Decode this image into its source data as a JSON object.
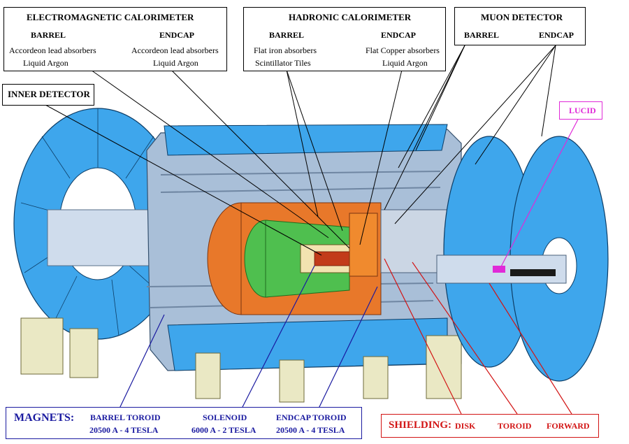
{
  "em_calorimeter": {
    "title": "ELECTROMAGNETIC CALORIMETER",
    "barrel_label": "BARREL",
    "endcap_label": "ENDCAP",
    "barrel_absorber": "Accordeon lead absorbers",
    "endcap_absorber": "Accordeon lead absorbers",
    "barrel_medium": "Liquid Argon",
    "endcap_medium": "Liquid Argon"
  },
  "hadronic_calorimeter": {
    "title": "HADRONIC CALORIMETER",
    "barrel_label": "BARREL",
    "endcap_label": "ENDCAP",
    "barrel_absorber": "Flat iron absorbers",
    "endcap_absorber": "Flat Copper absorbers",
    "barrel_medium": "Scintillator Tiles",
    "endcap_medium": "Liquid Argon"
  },
  "muon_detector": {
    "title": "MUON DETECTOR",
    "barrel_label": "BARREL",
    "endcap_label": "ENDCAP"
  },
  "inner_detector": {
    "title": "INNER DETECTOR"
  },
  "lucid": {
    "title": "LUCID"
  },
  "magnets": {
    "title": "MAGNETS:",
    "items": [
      {
        "name": "BARREL TOROID",
        "spec": "20500 A - 4 TESLA"
      },
      {
        "name": "SOLENOID",
        "spec": "6000 A - 2 TESLA"
      },
      {
        "name": "ENDCAP TOROID",
        "spec": "20500 A - 4 TESLA"
      }
    ]
  },
  "shielding": {
    "title": "SHIELDING:",
    "items": [
      "DISK",
      "TOROID",
      "FORWARD"
    ]
  },
  "colors": {
    "magnet_text": "#1a1aa0",
    "shielding_text": "#d21414",
    "lucid_text": "#e02ad8",
    "detector_blue": "#3ea6ec",
    "calorimeter_orange": "#e8782a"
  }
}
